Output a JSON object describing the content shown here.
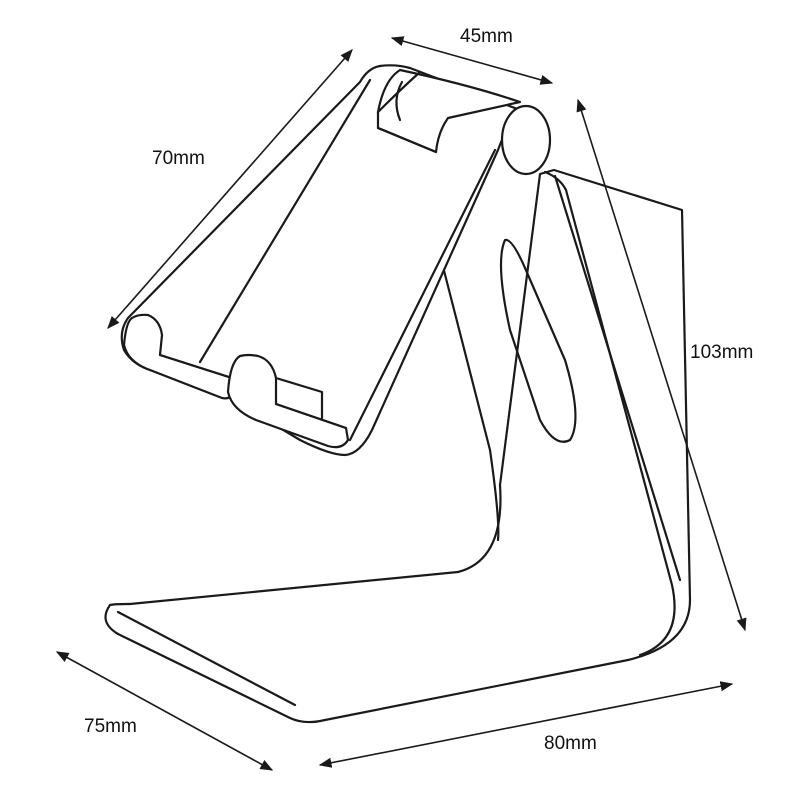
{
  "dimensions": {
    "top_width": "45mm",
    "plate_length": "70mm",
    "height": "103mm",
    "base_depth": "75mm",
    "base_width": "80mm"
  }
}
